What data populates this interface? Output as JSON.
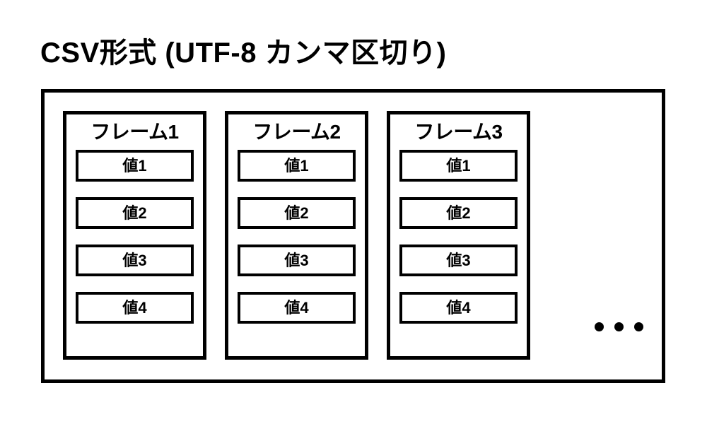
{
  "diagram": {
    "title": "CSV形式 (UTF-8 カンマ区切り)",
    "colors": {
      "background": "#ffffff",
      "stroke": "#000000",
      "text": "#000000"
    },
    "container": {
      "name": "csv-file-container"
    },
    "frames": [
      {
        "label": "フレーム1",
        "values": [
          {
            "label": "値1"
          },
          {
            "label": "値2"
          },
          {
            "label": "値3"
          },
          {
            "label": "値4"
          }
        ]
      },
      {
        "label": "フレーム2",
        "values": [
          {
            "label": "値1"
          },
          {
            "label": "値2"
          },
          {
            "label": "値3"
          },
          {
            "label": "値4"
          }
        ]
      },
      {
        "label": "フレーム3",
        "values": [
          {
            "label": "値1"
          },
          {
            "label": "値2"
          },
          {
            "label": "値3"
          },
          {
            "label": "値4"
          }
        ]
      }
    ],
    "continuation": {
      "name": "ellipsis",
      "symbol": "•••",
      "dot_count": 3
    }
  }
}
